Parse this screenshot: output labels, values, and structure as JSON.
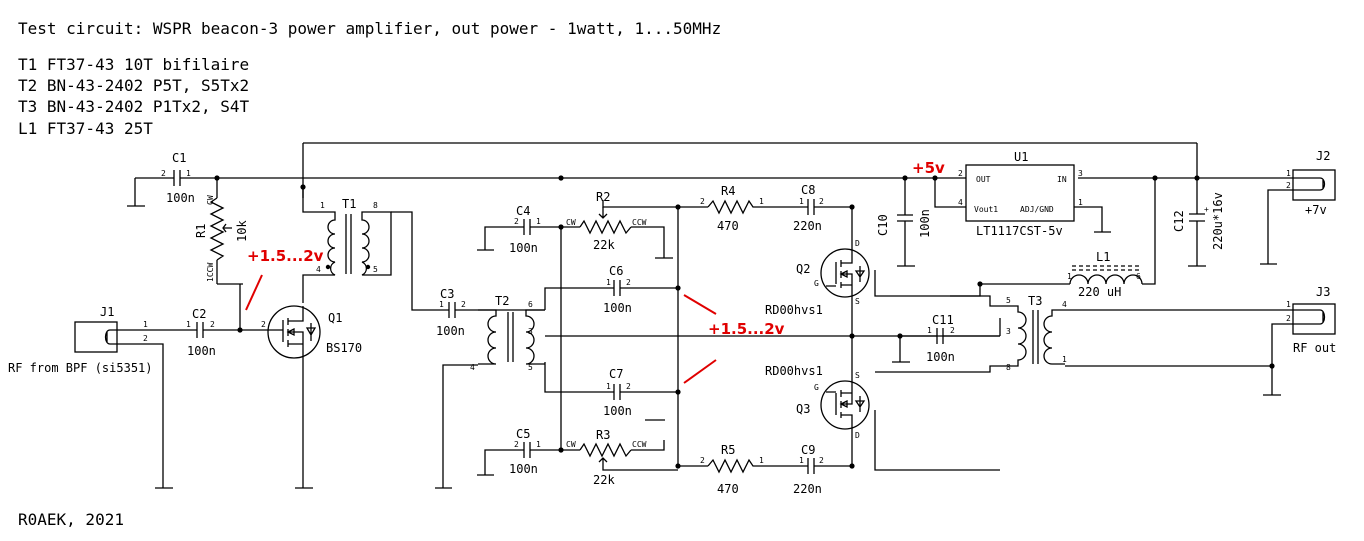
{
  "title": "Test circuit: WSPR beacon-3 power amplifier, out power - 1watt, 1...50MHz",
  "notes": [
    "T1 FT37-43 10T bifilaire",
    "T2 BN-43-2402 P5T, S5Tx2",
    "T3 BN-43-2402 P1Tx2, S4T",
    "L1 FT37-43 25T"
  ],
  "author": "R0AEK, 2021",
  "annotations": {
    "bias_q1": "+1.5...2v",
    "bias_q23": "+1.5...2v",
    "supply_5v": "+5v"
  },
  "components": {
    "C1": {
      "ref": "C1",
      "value": "100n"
    },
    "C2": {
      "ref": "C2",
      "value": "100n"
    },
    "C3": {
      "ref": "C3",
      "value": "100n"
    },
    "C4": {
      "ref": "C4",
      "value": "100n"
    },
    "C5": {
      "ref": "C5",
      "value": "100n"
    },
    "C6": {
      "ref": "C6",
      "value": "100n"
    },
    "C7": {
      "ref": "C7",
      "value": "100n"
    },
    "C8": {
      "ref": "C8",
      "value": "220n"
    },
    "C9": {
      "ref": "C9",
      "value": "220n"
    },
    "C10": {
      "ref": "C10",
      "value": "100n"
    },
    "C11": {
      "ref": "C11",
      "value": "100n"
    },
    "C12": {
      "ref": "C12",
      "value": "220u*16v"
    },
    "R1": {
      "ref": "R1",
      "value": "10k"
    },
    "R2": {
      "ref": "R2",
      "value": "22k"
    },
    "R3": {
      "ref": "R3",
      "value": "22k"
    },
    "R4": {
      "ref": "R4",
      "value": "470"
    },
    "R5": {
      "ref": "R5",
      "value": "470"
    },
    "L1": {
      "ref": "L1",
      "value": "220 uH"
    },
    "Q1": {
      "ref": "Q1",
      "value": "BS170"
    },
    "Q2": {
      "ref": "Q2",
      "value": "RD00hvs1"
    },
    "Q3": {
      "ref": "Q3",
      "value": "RD00hvs1"
    },
    "U1": {
      "ref": "U1",
      "value": "LT1117CST-5v",
      "pin_out": "OUT",
      "pin_in": "IN",
      "pin_vout": "Vout1",
      "pin_adj": "ADJ/GND"
    },
    "T1": {
      "ref": "T1"
    },
    "T2": {
      "ref": "T2"
    },
    "T3": {
      "ref": "T3"
    },
    "J1": {
      "ref": "J1",
      "label": "RF from BPF (si5351)"
    },
    "J2": {
      "ref": "J2",
      "label": "+7v"
    },
    "J3": {
      "ref": "J3",
      "label": "RF out"
    }
  },
  "pot_labels": {
    "cw": "CW",
    "ccw": "CCW",
    "w": "W"
  },
  "q_pins": {
    "g": "G",
    "s": "S",
    "d": "D"
  },
  "colors": {
    "annotation": "#e00000",
    "wire": "#000000",
    "background": "#ffffff"
  }
}
